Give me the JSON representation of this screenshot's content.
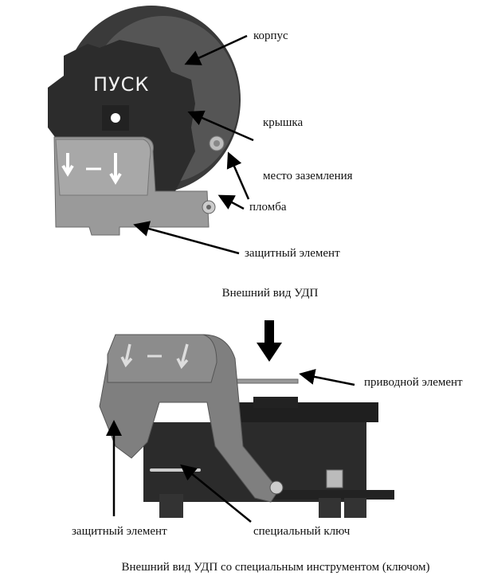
{
  "figure1": {
    "device_marking": "ПУСК",
    "labels": {
      "housing": "корпус",
      "cover": "крышка",
      "grounding": "место заземления",
      "seal": "пломба",
      "protective_element": "защитный элемент"
    },
    "caption": "Внешний вид УДП"
  },
  "figure2": {
    "labels": {
      "drive_element": "приводной элемент",
      "protective_element": "защитный элемент",
      "special_key": "специальный ключ"
    },
    "caption": "Внешний вид УДП со специальным инструментом (ключом)"
  }
}
